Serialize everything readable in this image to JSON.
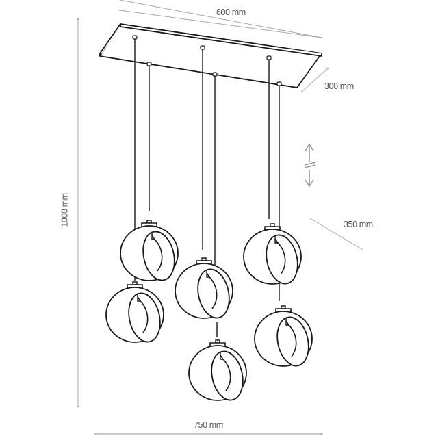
{
  "diagram": {
    "subject": "6-light pendant lamp with rectangular canopy",
    "colors": {
      "line": "#1a1a1a",
      "dimension_line": "#a8a8a8",
      "dimension_text": "#555555",
      "background": "#ffffff"
    },
    "dimensions": {
      "canopy_length": "600 mm",
      "canopy_width": "300 mm",
      "height_total": "1000 mm",
      "shade_depth": "350 mm",
      "overall_width": "750 mm"
    },
    "adjustable_height_icon": "adjustable-height-arrows",
    "pendant_count": 6
  }
}
